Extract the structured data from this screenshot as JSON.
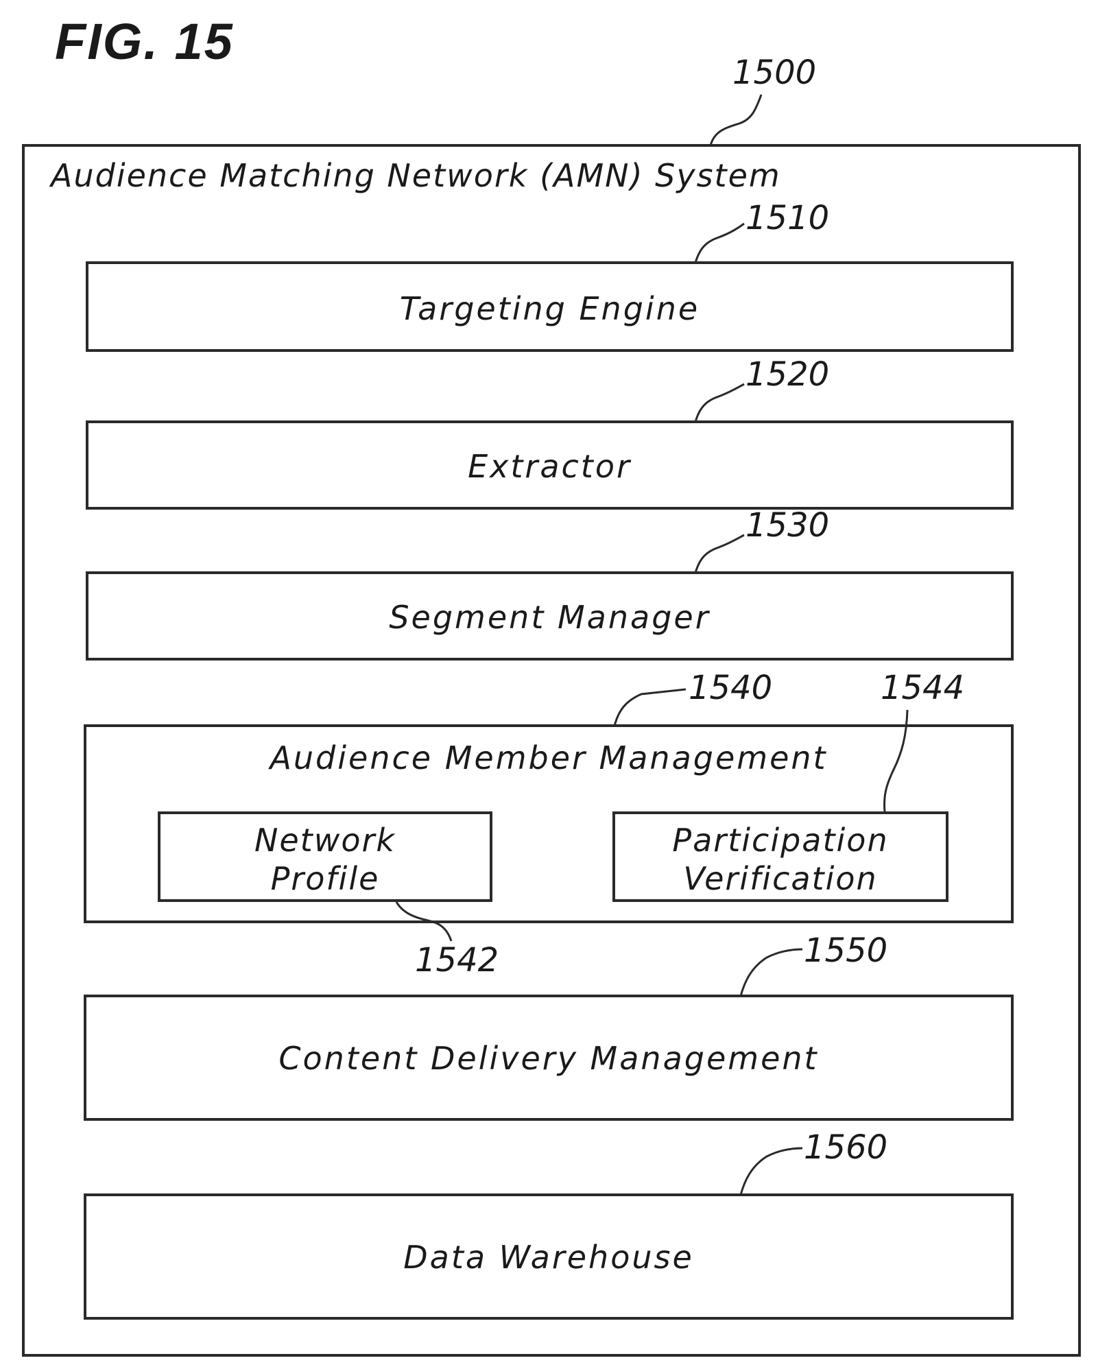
{
  "figure": {
    "title": "FIG. 15"
  },
  "system": {
    "ref": "1500",
    "title": "Audience Matching Network (AMN) System"
  },
  "components": {
    "targeting_engine": {
      "ref": "1510",
      "label": "Targeting Engine"
    },
    "extractor": {
      "ref": "1520",
      "label": "Extractor"
    },
    "segment_manager": {
      "ref": "1530",
      "label": "Segment Manager"
    },
    "audience_member_management": {
      "ref": "1540",
      "label": "Audience Member Management",
      "network_profile": {
        "ref": "1542",
        "line1": "Network",
        "line2": "Profile"
      },
      "participation_verification": {
        "ref": "1544",
        "line1": "Participation",
        "line2": "Verification"
      }
    },
    "content_delivery_management": {
      "ref": "1550",
      "label": "Content Delivery Management"
    },
    "data_warehouse": {
      "ref": "1560",
      "label": "Data Warehouse"
    }
  },
  "colors": {
    "line": "#2a2a2a",
    "background": "#ffffff"
  }
}
